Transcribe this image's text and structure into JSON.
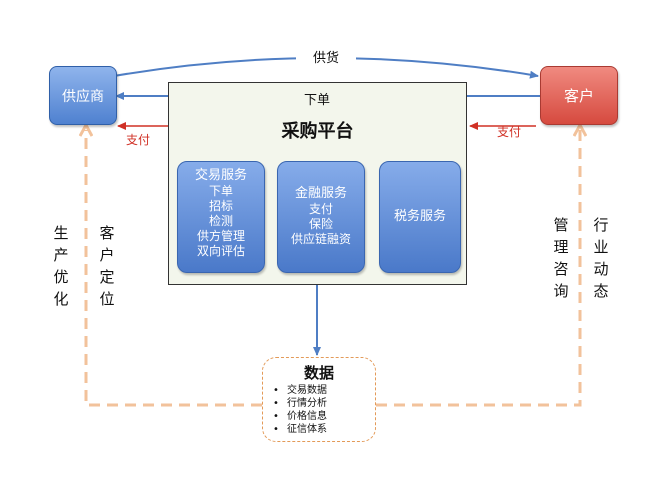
{
  "nodes": {
    "supplier": "供应商",
    "customer": "客户",
    "platform_title": "采购平台"
  },
  "edges": {
    "supply": "供货",
    "order": "下单",
    "pay_left": "支付",
    "pay_right": "支付"
  },
  "services": [
    {
      "title": "交易服务",
      "items": [
        "下单",
        "招标",
        "检测",
        "供方管理",
        "双向评估"
      ]
    },
    {
      "title": "金融服务",
      "items": [
        "支付",
        "保险",
        "供应链融资"
      ]
    },
    {
      "title": "税务服务",
      "items": []
    }
  ],
  "side_labels": {
    "left_outer": "生产优化",
    "left_inner": "客户定位",
    "right_inner": "管理咨询",
    "right_outer": "行业动态"
  },
  "data_box": {
    "title": "数据",
    "items": [
      "交易数据",
      "行情分析",
      "价格信息",
      "征信体系"
    ],
    "bullet": "•"
  },
  "colors": {
    "arrow_blue": "#4f7ec4",
    "pay_red": "#d03025",
    "dashed_orange": "#f2c29b"
  }
}
